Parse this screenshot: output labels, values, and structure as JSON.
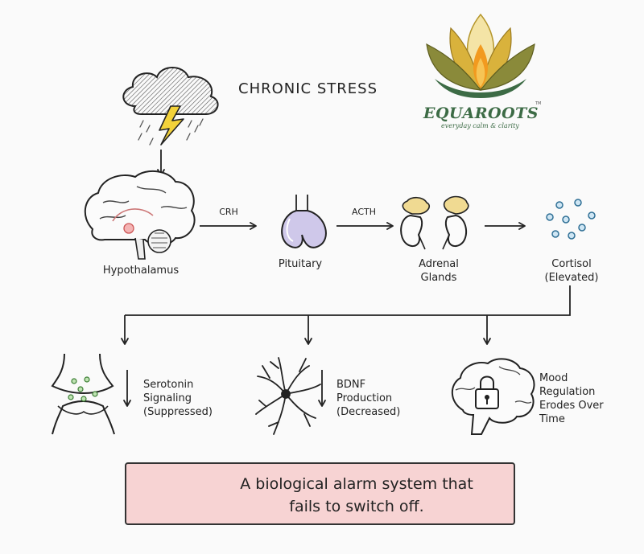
{
  "title": "CHRONIC STRESS",
  "brand": {
    "name": "EQUAROOTS",
    "tagline": "everyday calm & clarity",
    "trademark": "TM",
    "colors": {
      "green": "#3c6b45",
      "gold": "#d9b23c",
      "orange": "#f29a1f"
    }
  },
  "pathway": {
    "nodes": [
      {
        "id": "hypothalamus",
        "label": "Hypothalamus",
        "icon": "brain-icon"
      },
      {
        "id": "pituitary",
        "label": "Pituitary",
        "icon": "pituitary-gland-icon"
      },
      {
        "id": "adrenal",
        "label_lines": [
          "Adrenal",
          "Glands"
        ],
        "icon": "kidney-icon"
      },
      {
        "id": "cortisol",
        "label_lines": [
          "Cortisol",
          "(Elevated)"
        ],
        "icon": "molecule-dots-icon"
      }
    ],
    "edges": [
      {
        "from": "hypothalamus",
        "to": "pituitary",
        "label": "CRH"
      },
      {
        "from": "pituitary",
        "to": "adrenal",
        "label": "ACTH"
      },
      {
        "from": "adrenal",
        "to": "cortisol",
        "label": ""
      }
    ]
  },
  "effects": [
    {
      "id": "serotonin",
      "label_lines": [
        "Serotonin",
        "Signaling",
        "(Suppressed)"
      ],
      "icon": "synapse-icon"
    },
    {
      "id": "bdnf",
      "label_lines": [
        "BDNF",
        "Production",
        "(Decreased)"
      ],
      "icon": "neuron-icon"
    },
    {
      "id": "mood",
      "label_lines": [
        "Mood",
        "Regulation",
        "Erodes Over",
        "Time"
      ],
      "icon": "locked-brain-icon"
    }
  ],
  "alarm": {
    "lines": [
      "A biological alarm system that",
      "fails to switch off."
    ],
    "icon": "siren-icon",
    "colors": {
      "fill": "#f7d3d3",
      "border": "#333333"
    }
  }
}
